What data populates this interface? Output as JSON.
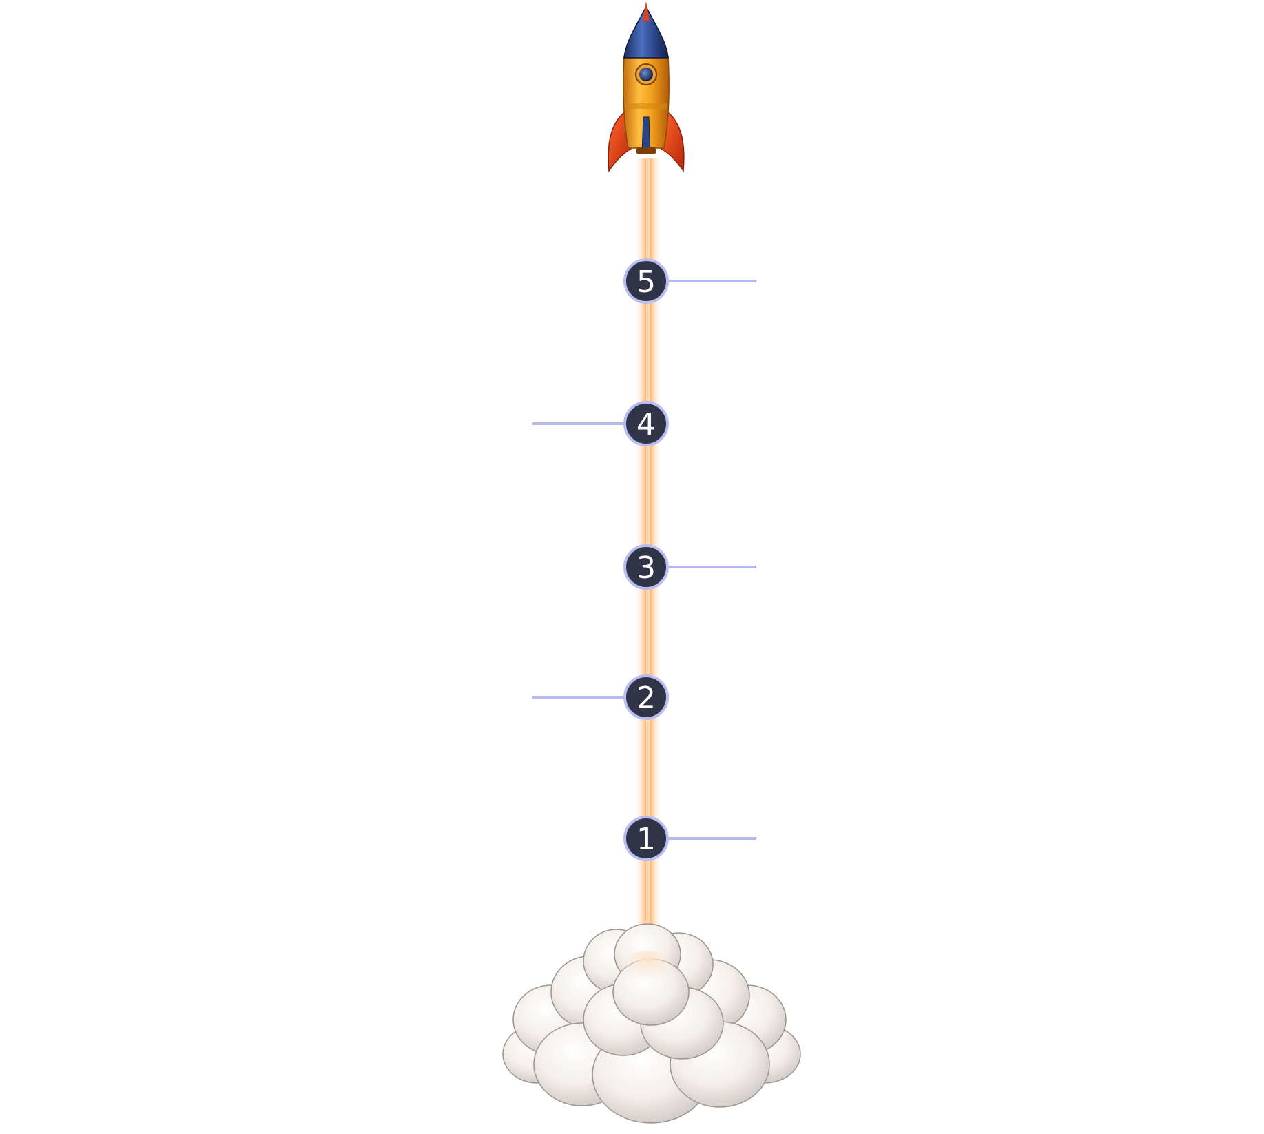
{
  "diagram": {
    "type": "vertical-timeline",
    "steps": [
      {
        "number": "5",
        "connector_side": "right"
      },
      {
        "number": "4",
        "connector_side": "left"
      },
      {
        "number": "3",
        "connector_side": "right"
      },
      {
        "number": "2",
        "connector_side": "left"
      },
      {
        "number": "1",
        "connector_side": "right"
      }
    ],
    "colors": {
      "background": "#ffffff",
      "node_fill": "#2f3447",
      "node_ring": "#b9bdf3",
      "connector": "#b5b8ef",
      "trail_core": "#ff9a3c",
      "trail_glow": "#ffd2a6",
      "rocket_body": "#f0a020",
      "rocket_nose": "#2b4a8c",
      "rocket_fins": "#e0401a",
      "cloud": "#f4f1ee"
    },
    "icons": {
      "top": "rocket-icon",
      "bottom": "smoke-cloud-icon"
    }
  }
}
